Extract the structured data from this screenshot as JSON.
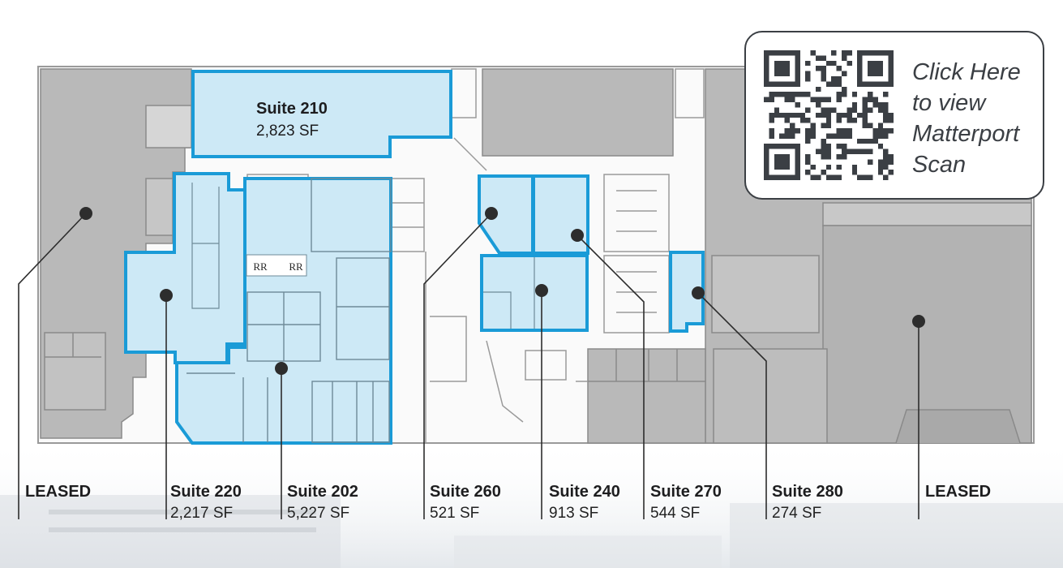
{
  "suites": [
    {
      "id": "leased-west",
      "name": "LEASED",
      "area": ""
    },
    {
      "id": "210",
      "name": "Suite 210",
      "area": "2,823 SF"
    },
    {
      "id": "220",
      "name": "Suite 220",
      "area": "2,217 SF"
    },
    {
      "id": "202",
      "name": "Suite 202",
      "area": "5,227 SF"
    },
    {
      "id": "260",
      "name": "Suite 260",
      "area": "521 SF"
    },
    {
      "id": "240",
      "name": "Suite 240",
      "area": "913 SF"
    },
    {
      "id": "270",
      "name": "Suite 270",
      "area": "544 SF"
    },
    {
      "id": "280",
      "name": "Suite 280",
      "area": "274 SF"
    },
    {
      "id": "leased-east",
      "name": "LEASED",
      "area": ""
    }
  ],
  "restroom_labels": [
    "RR",
    "RR"
  ],
  "qr_card": {
    "lines": [
      "Click Here",
      "to view",
      "Matterport",
      "Scan"
    ],
    "icon": "qr-code-icon"
  },
  "colors": {
    "suite_fill": "#cde9f6",
    "suite_outline": "#1a9bd7",
    "leased_fill": "#b9b9b9",
    "common_area": "#ffffff",
    "walls": "#8a8a8a",
    "leader_line": "#2d2d2d",
    "text": "#1d1d1f"
  }
}
